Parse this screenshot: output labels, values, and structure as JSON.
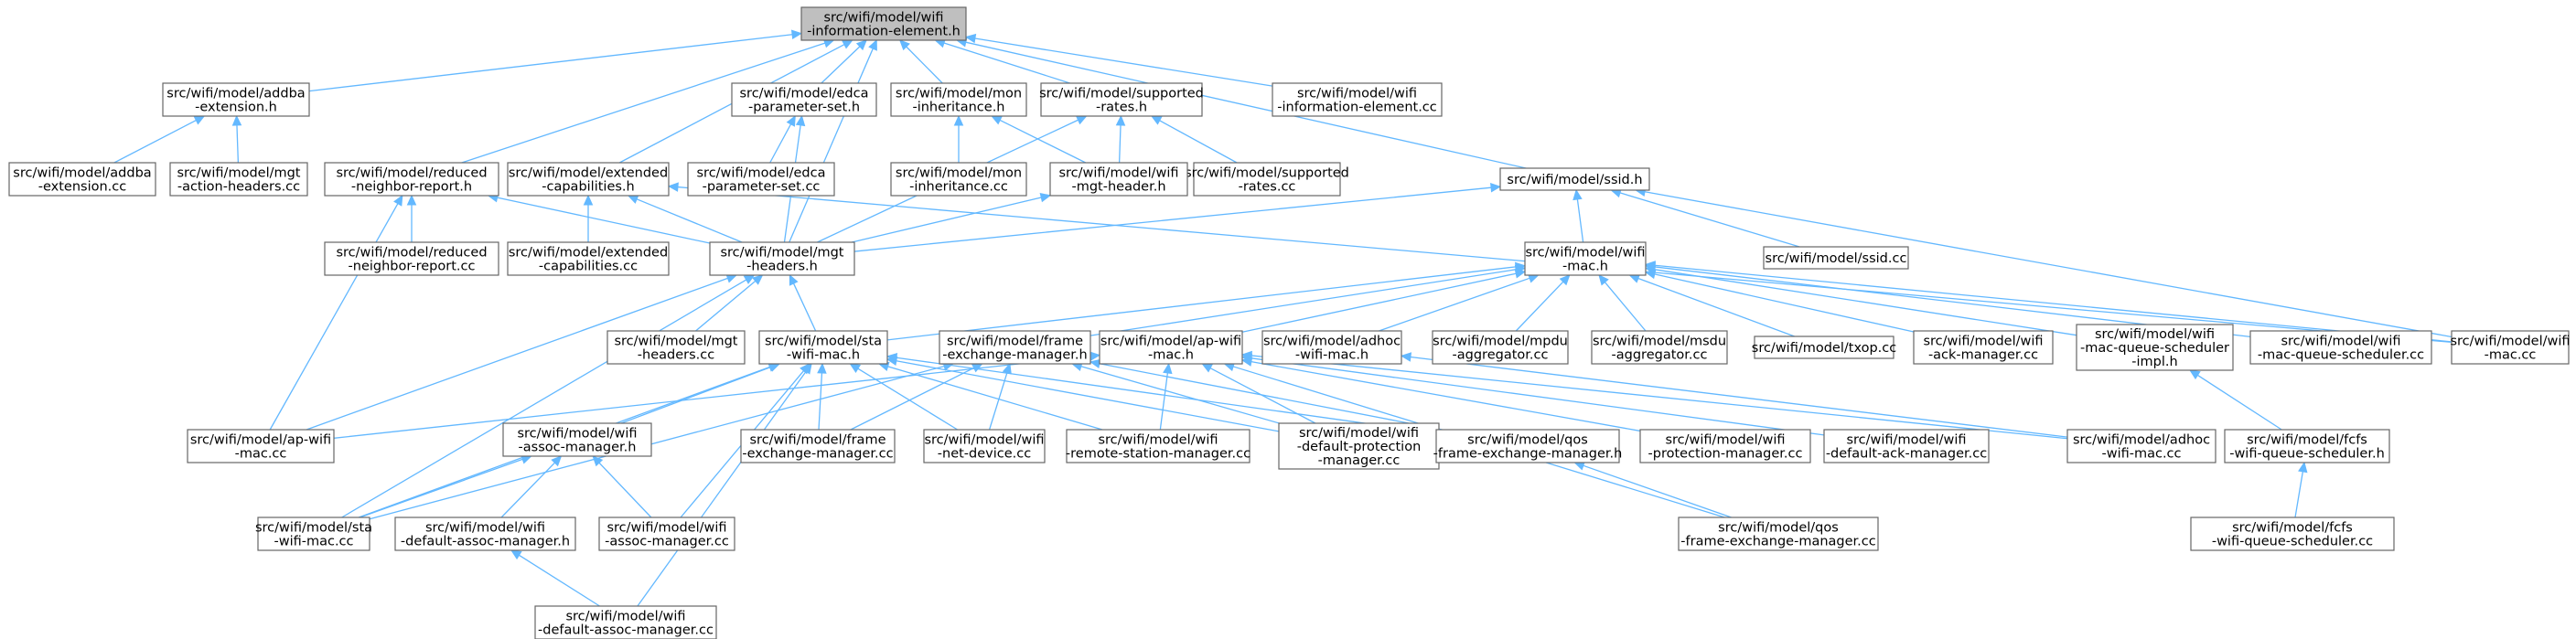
{
  "graph": {
    "colors": {
      "edge": "#63b8ff",
      "node_border": "#666666",
      "root_fill": "#bfbfbf",
      "node_fill": "#ffffff"
    },
    "nodes": [
      {
        "id": "n0",
        "lines": [
          "src/wifi/model/wifi",
          "-information-element.h"
        ],
        "root": true
      },
      {
        "id": "n1",
        "lines": [
          "src/wifi/model/addba",
          "-extension.h"
        ]
      },
      {
        "id": "n2",
        "lines": [
          "src/wifi/model/addba",
          "-extension.cc"
        ]
      },
      {
        "id": "n3",
        "lines": [
          "src/wifi/model/mgt",
          "-action-headers.cc"
        ]
      },
      {
        "id": "n4",
        "lines": [
          "src/wifi/model/edca",
          "-parameter-set.h"
        ]
      },
      {
        "id": "n5",
        "lines": [
          "src/wifi/model/edca",
          "-parameter-set.cc"
        ]
      },
      {
        "id": "n6",
        "lines": [
          "src/wifi/model/mon",
          "-inheritance.h"
        ]
      },
      {
        "id": "n7",
        "lines": [
          "src/wifi/model/mon",
          "-inheritance.cc"
        ]
      },
      {
        "id": "n8",
        "lines": [
          "src/wifi/model/supported",
          "-rates.h"
        ]
      },
      {
        "id": "n9",
        "lines": [
          "src/wifi/model/supported",
          "-rates.cc"
        ]
      },
      {
        "id": "n10",
        "lines": [
          "src/wifi/model/wifi",
          "-mgt-header.h"
        ]
      },
      {
        "id": "n11",
        "lines": [
          "src/wifi/model/wifi",
          "-information-element.cc"
        ]
      },
      {
        "id": "n12",
        "lines": [
          "src/wifi/model/reduced",
          "-neighbor-report.h"
        ]
      },
      {
        "id": "n13",
        "lines": [
          "src/wifi/model/reduced",
          "-neighbor-report.cc"
        ]
      },
      {
        "id": "n14",
        "lines": [
          "src/wifi/model/extended",
          "-capabilities.h"
        ]
      },
      {
        "id": "n15",
        "lines": [
          "src/wifi/model/extended",
          "-capabilities.cc"
        ]
      },
      {
        "id": "n16",
        "lines": [
          "src/wifi/model/mgt",
          "-headers.h"
        ]
      },
      {
        "id": "n17",
        "lines": [
          "src/wifi/model/ssid.h"
        ]
      },
      {
        "id": "n18",
        "lines": [
          "src/wifi/model/ssid.cc"
        ]
      },
      {
        "id": "n19",
        "lines": [
          "src/wifi/model/wifi",
          "-mac.h"
        ]
      },
      {
        "id": "n20",
        "lines": [
          "src/wifi/model/mgt",
          "-headers.cc"
        ]
      },
      {
        "id": "n21",
        "lines": [
          "src/wifi/model/sta",
          "-wifi-mac.h"
        ]
      },
      {
        "id": "n22",
        "lines": [
          "src/wifi/model/frame",
          "-exchange-manager.h"
        ]
      },
      {
        "id": "n23",
        "lines": [
          "src/wifi/model/ap-wifi",
          "-mac.h"
        ]
      },
      {
        "id": "n24",
        "lines": [
          "src/wifi/model/adhoc",
          "-wifi-mac.h"
        ]
      },
      {
        "id": "n25",
        "lines": [
          "src/wifi/model/mpdu",
          "-aggregator.cc"
        ]
      },
      {
        "id": "n26",
        "lines": [
          "src/wifi/model/msdu",
          "-aggregator.cc"
        ]
      },
      {
        "id": "n27",
        "lines": [
          "src/wifi/model/txop.cc"
        ]
      },
      {
        "id": "n28",
        "lines": [
          "src/wifi/model/wifi",
          "-ack-manager.cc"
        ]
      },
      {
        "id": "n29",
        "lines": [
          "src/wifi/model/wifi",
          "-mac-queue-scheduler",
          "-impl.h"
        ]
      },
      {
        "id": "n30",
        "lines": [
          "src/wifi/model/wifi",
          "-mac-queue-scheduler.cc"
        ]
      },
      {
        "id": "n31",
        "lines": [
          "src/wifi/model/wifi",
          "-mac.cc"
        ]
      },
      {
        "id": "n32",
        "lines": [
          "src/wifi/model/ap-wifi",
          "-mac.cc"
        ]
      },
      {
        "id": "n33",
        "lines": [
          "src/wifi/model/wifi",
          "-assoc-manager.h"
        ]
      },
      {
        "id": "n34",
        "lines": [
          "src/wifi/model/frame",
          "-exchange-manager.cc"
        ]
      },
      {
        "id": "n35",
        "lines": [
          "src/wifi/model/wifi",
          "-net-device.cc"
        ]
      },
      {
        "id": "n36",
        "lines": [
          "src/wifi/model/wifi",
          "-remote-station-manager.cc"
        ]
      },
      {
        "id": "n37",
        "lines": [
          "src/wifi/model/wifi",
          "-default-protection",
          "-manager.cc"
        ]
      },
      {
        "id": "n38",
        "lines": [
          "src/wifi/model/qos",
          "-frame-exchange-manager.h"
        ]
      },
      {
        "id": "n39",
        "lines": [
          "src/wifi/model/wifi",
          "-protection-manager.cc"
        ]
      },
      {
        "id": "n40",
        "lines": [
          "src/wifi/model/wifi",
          "-default-ack-manager.cc"
        ]
      },
      {
        "id": "n41",
        "lines": [
          "src/wifi/model/adhoc",
          "-wifi-mac.cc"
        ]
      },
      {
        "id": "n42",
        "lines": [
          "src/wifi/model/fcfs",
          "-wifi-queue-scheduler.h"
        ]
      },
      {
        "id": "n43",
        "lines": [
          "src/wifi/model/sta",
          "-wifi-mac.cc"
        ]
      },
      {
        "id": "n44",
        "lines": [
          "src/wifi/model/wifi",
          "-default-assoc-manager.h"
        ]
      },
      {
        "id": "n45",
        "lines": [
          "src/wifi/model/wifi",
          "-assoc-manager.cc"
        ]
      },
      {
        "id": "n46",
        "lines": [
          "src/wifi/model/qos",
          "-frame-exchange-manager.cc"
        ]
      },
      {
        "id": "n47",
        "lines": [
          "src/wifi/model/fcfs",
          "-wifi-queue-scheduler.cc"
        ]
      },
      {
        "id": "n48",
        "lines": [
          "src/wifi/model/wifi",
          "-default-assoc-manager.cc"
        ]
      }
    ],
    "edges": [
      [
        "n0",
        "n1"
      ],
      [
        "n0",
        "n4"
      ],
      [
        "n0",
        "n6"
      ],
      [
        "n0",
        "n8"
      ],
      [
        "n0",
        "n11"
      ],
      [
        "n0",
        "n12"
      ],
      [
        "n0",
        "n14"
      ],
      [
        "n0",
        "n17"
      ],
      [
        "n0",
        "n16"
      ],
      [
        "n1",
        "n2"
      ],
      [
        "n1",
        "n3"
      ],
      [
        "n4",
        "n5"
      ],
      [
        "n4",
        "n16"
      ],
      [
        "n6",
        "n7"
      ],
      [
        "n6",
        "n10"
      ],
      [
        "n8",
        "n9"
      ],
      [
        "n8",
        "n10"
      ],
      [
        "n8",
        "n16"
      ],
      [
        "n10",
        "n16"
      ],
      [
        "n12",
        "n13"
      ],
      [
        "n12",
        "n16"
      ],
      [
        "n12",
        "n32"
      ],
      [
        "n14",
        "n15"
      ],
      [
        "n14",
        "n16"
      ],
      [
        "n14",
        "n31"
      ],
      [
        "n17",
        "n16"
      ],
      [
        "n17",
        "n18"
      ],
      [
        "n17",
        "n19"
      ],
      [
        "n17",
        "n31"
      ],
      [
        "n16",
        "n20"
      ],
      [
        "n16",
        "n21"
      ],
      [
        "n16",
        "n32"
      ],
      [
        "n16",
        "n43"
      ],
      [
        "n19",
        "n21"
      ],
      [
        "n19",
        "n22"
      ],
      [
        "n19",
        "n23"
      ],
      [
        "n19",
        "n24"
      ],
      [
        "n19",
        "n25"
      ],
      [
        "n19",
        "n26"
      ],
      [
        "n19",
        "n27"
      ],
      [
        "n19",
        "n28"
      ],
      [
        "n19",
        "n29"
      ],
      [
        "n19",
        "n30"
      ],
      [
        "n19",
        "n31"
      ],
      [
        "n21",
        "n33"
      ],
      [
        "n21",
        "n34"
      ],
      [
        "n21",
        "n35"
      ],
      [
        "n21",
        "n36"
      ],
      [
        "n21",
        "n37"
      ],
      [
        "n21",
        "n38"
      ],
      [
        "n21",
        "n43"
      ],
      [
        "n21",
        "n45"
      ],
      [
        "n21",
        "n48"
      ],
      [
        "n22",
        "n34"
      ],
      [
        "n22",
        "n35"
      ],
      [
        "n22",
        "n37"
      ],
      [
        "n22",
        "n38"
      ],
      [
        "n22",
        "n43"
      ],
      [
        "n23",
        "n32"
      ],
      [
        "n23",
        "n36"
      ],
      [
        "n23",
        "n37"
      ],
      [
        "n23",
        "n39"
      ],
      [
        "n23",
        "n40"
      ],
      [
        "n23",
        "n41"
      ],
      [
        "n23",
        "n46"
      ],
      [
        "n24",
        "n41"
      ],
      [
        "n29",
        "n42"
      ],
      [
        "n33",
        "n43"
      ],
      [
        "n33",
        "n44"
      ],
      [
        "n33",
        "n45"
      ],
      [
        "n38",
        "n46"
      ],
      [
        "n42",
        "n47"
      ],
      [
        "n44",
        "n48"
      ]
    ]
  }
}
